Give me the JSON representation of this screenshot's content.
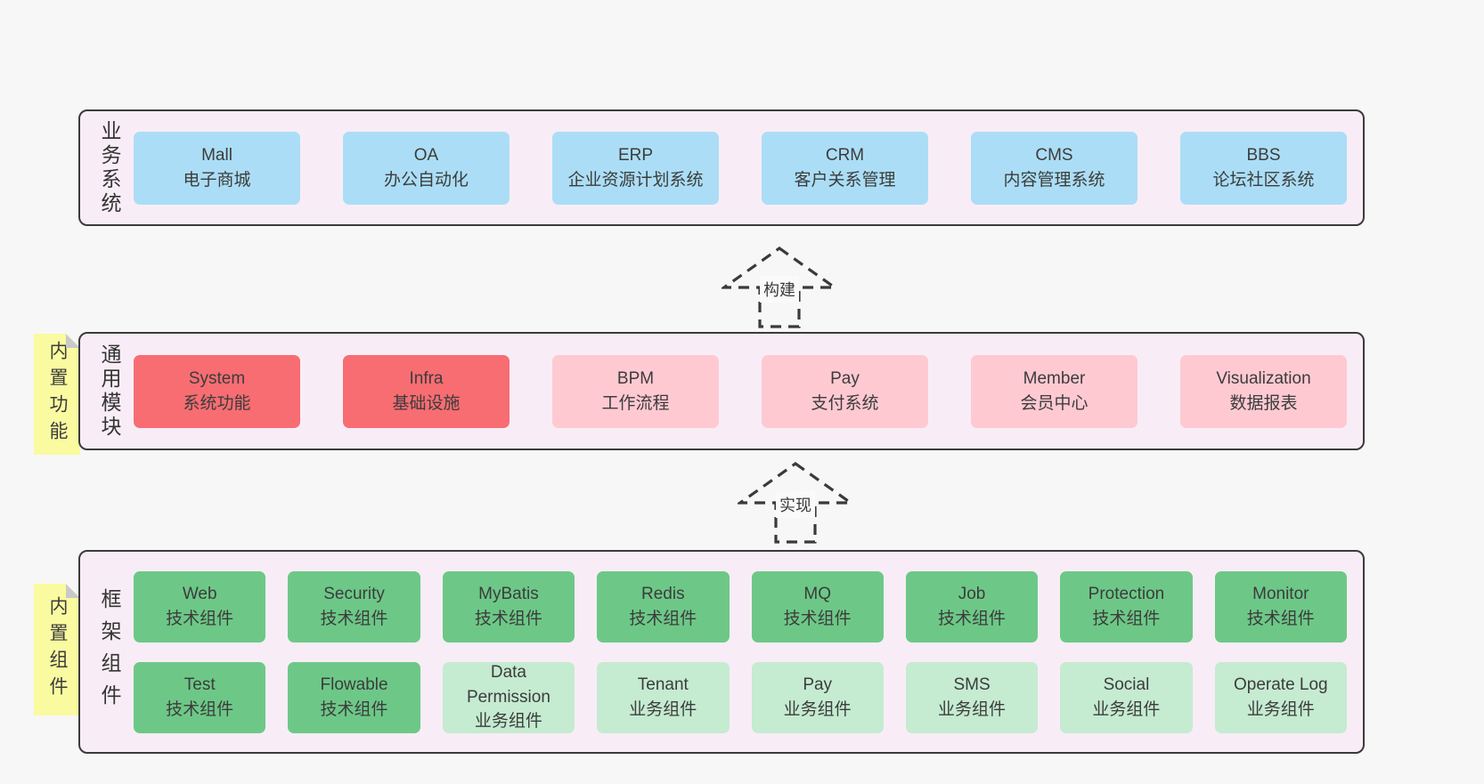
{
  "colors": {
    "page_bg": "#f7f7f7",
    "panel": "#f8edf6",
    "panel_border": "#3b3b3b",
    "blue": "#abdef6",
    "red": "#f76d72",
    "pink": "#ffc9d2",
    "green": "#6dc887",
    "light_green": "#c5ebd1",
    "sticky": "#fafaa0",
    "fold": "#c9c9c9",
    "text": "#3c3c3c"
  },
  "arrows": {
    "build": "构建",
    "implement": "实现"
  },
  "business": {
    "label": "业务系统",
    "boxes": [
      {
        "title": "Mall",
        "subtitle": "电子商城"
      },
      {
        "title": "OA",
        "subtitle": "办公自动化"
      },
      {
        "title": "ERP",
        "subtitle": "企业资源计划系统"
      },
      {
        "title": "CRM",
        "subtitle": "客户关系管理"
      },
      {
        "title": "CMS",
        "subtitle": "内容管理系统"
      },
      {
        "title": "BBS",
        "subtitle": "论坛社区系统"
      }
    ]
  },
  "modules": {
    "label": "通用模块",
    "sticky": "内置功能",
    "boxes": [
      {
        "title": "System",
        "subtitle": "系统功能"
      },
      {
        "title": "Infra",
        "subtitle": "基础设施"
      },
      {
        "title": "BPM",
        "subtitle": "工作流程"
      },
      {
        "title": "Pay",
        "subtitle": "支付系统"
      },
      {
        "title": "Member",
        "subtitle": "会员中心"
      },
      {
        "title": "Visualization",
        "subtitle": "数据报表"
      }
    ]
  },
  "framework": {
    "label": "框架组件",
    "sticky": "内置组件",
    "row1": [
      {
        "title": "Web",
        "subtitle": "技术组件"
      },
      {
        "title": "Security",
        "subtitle": "技术组件"
      },
      {
        "title": "MyBatis",
        "subtitle": "技术组件"
      },
      {
        "title": "Redis",
        "subtitle": "技术组件"
      },
      {
        "title": "MQ",
        "subtitle": "技术组件"
      },
      {
        "title": "Job",
        "subtitle": "技术组件"
      },
      {
        "title": "Protection",
        "subtitle": "技术组件"
      },
      {
        "title": "Monitor",
        "subtitle": "技术组件"
      }
    ],
    "row2": [
      {
        "title": "Test",
        "subtitle": "技术组件"
      },
      {
        "title": "Flowable",
        "subtitle": "技术组件"
      },
      {
        "title": "Data Permission",
        "subtitle": "业务组件"
      },
      {
        "title": "Tenant",
        "subtitle": "业务组件"
      },
      {
        "title": "Pay",
        "subtitle": "业务组件"
      },
      {
        "title": "SMS",
        "subtitle": "业务组件"
      },
      {
        "title": "Social",
        "subtitle": "业务组件"
      },
      {
        "title": "Operate Log",
        "subtitle": "业务组件"
      }
    ]
  }
}
